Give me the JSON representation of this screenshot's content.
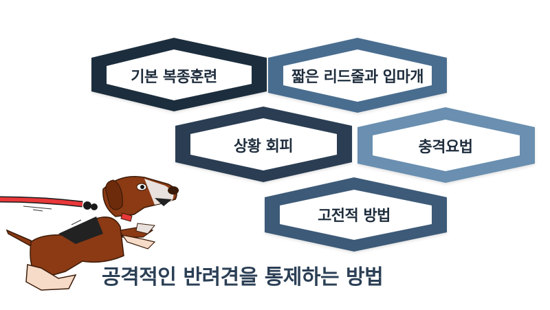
{
  "title": "공격적인 반려견을 통제하는 방법",
  "colors": {
    "hex1": "#1f2d3d",
    "hex2": "#4a6d8f",
    "hex3": "#2c3e52",
    "hex4": "#6b8fb0",
    "hex5": "#3d5a78",
    "text": "#1f2d3d",
    "title": "#2b3f55"
  },
  "methods": [
    {
      "label": "기본 복종훈련"
    },
    {
      "label": "짧은 리드줄과 입마개"
    },
    {
      "label": "상황 회피"
    },
    {
      "label": "충격요법"
    },
    {
      "label": "고전적 방법"
    }
  ],
  "illustration": {
    "subject": "dog-pulling-on-red-leash-icon"
  }
}
